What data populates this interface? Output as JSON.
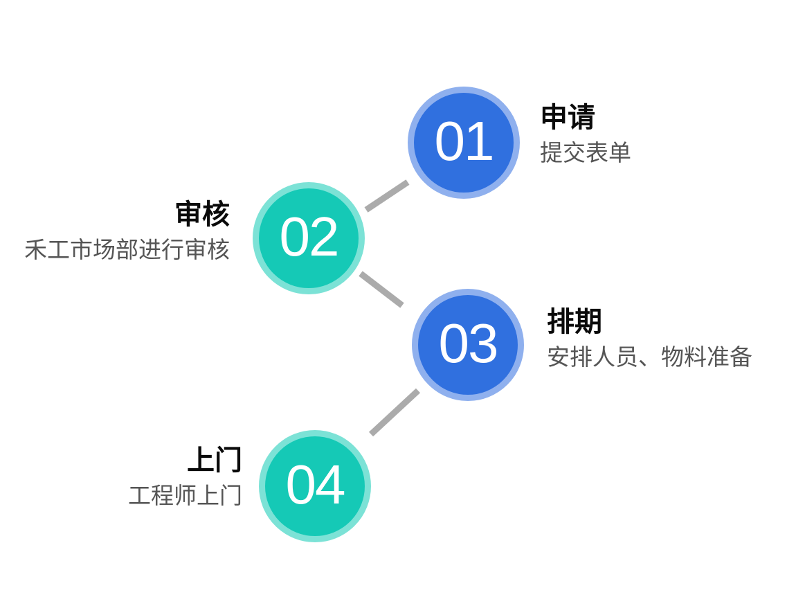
{
  "page": {
    "background_color": "#ffffff",
    "description": "4-step service process flow diagram"
  },
  "colors": {
    "step_blue_fill": "#3070DF",
    "step_blue_ring": "#8FB0EE",
    "step_teal_fill": "#15C9B6",
    "step_teal_ring": "#7CE2D6",
    "connector_line": "#ABABAB",
    "title_text": "#0A0A0A",
    "subtitle_text": "#555555",
    "number_text": "#ffffff"
  },
  "steps": [
    {
      "number": "01",
      "title": "申请",
      "subtitle": "提交表单",
      "theme": "blue",
      "text_side": "right"
    },
    {
      "number": "02",
      "title": "审核",
      "subtitle": "禾工市场部进行审核",
      "theme": "teal",
      "text_side": "left"
    },
    {
      "number": "03",
      "title": "排期",
      "subtitle": "安排人员、物料准备",
      "theme": "blue",
      "text_side": "right"
    },
    {
      "number": "04",
      "title": "上门",
      "subtitle": "工程师上门",
      "theme": "teal",
      "text_side": "left"
    }
  ]
}
